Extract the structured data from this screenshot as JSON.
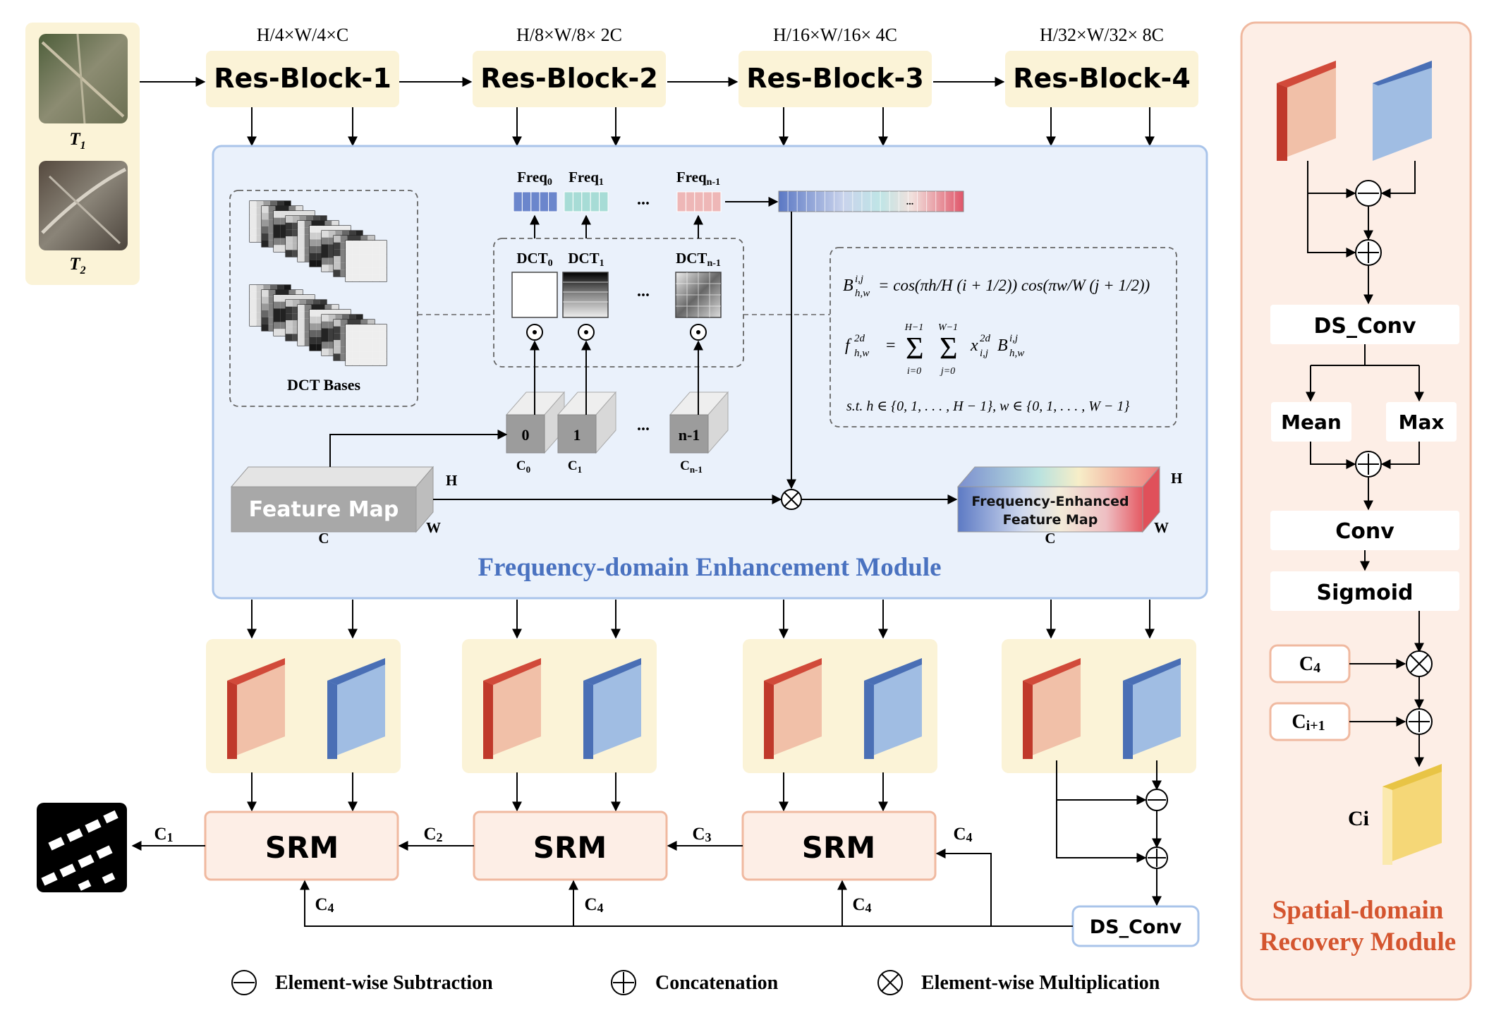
{
  "inputs": {
    "t1_label": "T",
    "t1_sub": "1",
    "t2_label": "T",
    "t2_sub": "2"
  },
  "encoder": {
    "blocks": [
      {
        "label": "Res-Block-1",
        "dims": "H/4×W/4×C"
      },
      {
        "label": "Res-Block-2",
        "dims": "H/8×W/8× 2C"
      },
      {
        "label": "Res-Block-3",
        "dims": "H/16×W/16× 4C"
      },
      {
        "label": "Res-Block-4",
        "dims": "H/32×W/32× 8C"
      }
    ]
  },
  "fem": {
    "title": "Frequency-domain Enhancement Module",
    "dct_bases_label": "DCT Bases",
    "freq_labels": [
      {
        "main": "Freq",
        "sub": "0"
      },
      {
        "main": "Freq",
        "sub": "1"
      },
      {
        "main": "Freq",
        "sub": "n-1"
      }
    ],
    "dct_labels": [
      {
        "main": "DCT",
        "sub": "0"
      },
      {
        "main": "DCT",
        "sub": "1"
      },
      {
        "main": "DCT",
        "sub": "n-1"
      }
    ],
    "ellipsis": "...",
    "channel_chunks": [
      {
        "id": "0",
        "main": "C",
        "sub": "0"
      },
      {
        "id": "1",
        "main": "C",
        "sub": "1"
      },
      {
        "id": "n-1",
        "main": "C",
        "sub": "n-1"
      }
    ],
    "feature_map": {
      "label": "Feature Map",
      "h": "H",
      "w": "W",
      "c": "C"
    },
    "enhanced_map": {
      "line1": "Frequency-Enhanced",
      "line2": "Feature Map",
      "h": "H",
      "w": "W",
      "c": "C"
    },
    "formula_basis": {
      "lhs_main": "B",
      "lhs_sup": "i,j",
      "lhs_sub": "h,w",
      "rhs": "= cos(πh/H (i + 1/2)) cos(πw/W (j + 1/2))"
    },
    "formula_dct": {
      "lhs_main": "f",
      "lhs_sup": "2d",
      "lhs_sub": "h,w",
      "sum1_top": "H−1",
      "sum1_bot": "i=0",
      "sum2_top": "W−1",
      "sum2_bot": "j=0",
      "term": "x",
      "term_sup": "2d",
      "term_sub": "i,j",
      "term2": "B",
      "term2_sup": "i,j",
      "term2_sub": "h,w"
    },
    "formula_constraint": "s.t.   h ∈ {0, 1, . . . , H − 1}, w ∈ {0, 1, . . . , W − 1}"
  },
  "decoder": {
    "srm_label": "SRM",
    "c_labels": [
      {
        "main": "C",
        "sub": "1"
      },
      {
        "main": "C",
        "sub": "2"
      },
      {
        "main": "C",
        "sub": "3"
      },
      {
        "main": "C",
        "sub": "4"
      }
    ],
    "c4": {
      "main": "C",
      "sub": "4"
    },
    "ds_conv": "DS_Conv"
  },
  "legend": {
    "subtraction": "Element-wise Subtraction",
    "concatenation": "Concatenation",
    "multiplication": "Element-wise Multiplication"
  },
  "srm_panel": {
    "title_line1": "Spatial-domain",
    "title_line2": "Recovery Module",
    "ds_conv": "DS_Conv",
    "mean": "Mean",
    "max": "Max",
    "conv": "Conv",
    "sigmoid": "Sigmoid",
    "c4": {
      "main": "C",
      "sub": "4"
    },
    "ci1": {
      "main": "C",
      "sub": "i+1"
    },
    "ci": "Ci"
  },
  "colors": {
    "beige": "#fbf3d7",
    "fem_bg": "#eaf1fb",
    "fem_border": "#a9c4ea",
    "srm_bg": "#fdeee6",
    "srm_border": "#f0b9a0",
    "title_blue": "#4a72c0",
    "title_red": "#d4552f",
    "red_face": "#f1c0a8",
    "red_side": "#c0392b",
    "blue_face": "#a0bde3",
    "blue_side": "#4a6fb5"
  }
}
